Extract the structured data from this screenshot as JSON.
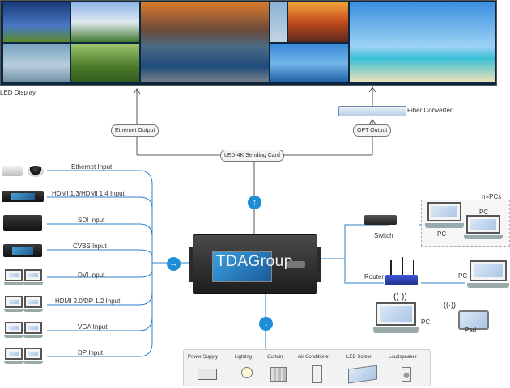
{
  "led_display": {
    "label": "LED Display"
  },
  "fiber_converter": {
    "label": "Fiber Converter"
  },
  "outputs": {
    "ethernet": "Ethernet Output",
    "opt": "OPT Output"
  },
  "sending_card": {
    "label": "LED 4K Sending Card"
  },
  "processor": {
    "brand": "TDAGroup"
  },
  "inputs": [
    {
      "label": "Ethernet Input",
      "icon": "cctv-camera-icon"
    },
    {
      "label": "HDMI 1.3/HDMI 1.4  Input",
      "icon": "blu-ray-player-icon"
    },
    {
      "label": "SDI Input",
      "icon": "video-camera-icon"
    },
    {
      "label": "CVBS Input",
      "icon": "dvd-player-icon"
    },
    {
      "label": "DVI Input",
      "icon": "desktop-pc-icon"
    },
    {
      "label": "HDMI 2.0/DP 1.2 Input",
      "icon": "desktop-pc-icon"
    },
    {
      "label": "VGA Input",
      "icon": "desktop-pc-icon"
    },
    {
      "label": "DP Input",
      "icon": "desktop-pc-icon"
    }
  ],
  "network": {
    "switch": "Switch",
    "router": "Router",
    "nxpcs": "n×PCs",
    "pc": "PC",
    "pad": "Pad"
  },
  "appliances": [
    "Power Supply",
    "Lighting",
    "Curtain",
    "Air Conditioner",
    "LED Screen",
    "Loudspeaker"
  ],
  "colors": {
    "connector": "#1e8fd6",
    "line": "#2b7fc8"
  }
}
